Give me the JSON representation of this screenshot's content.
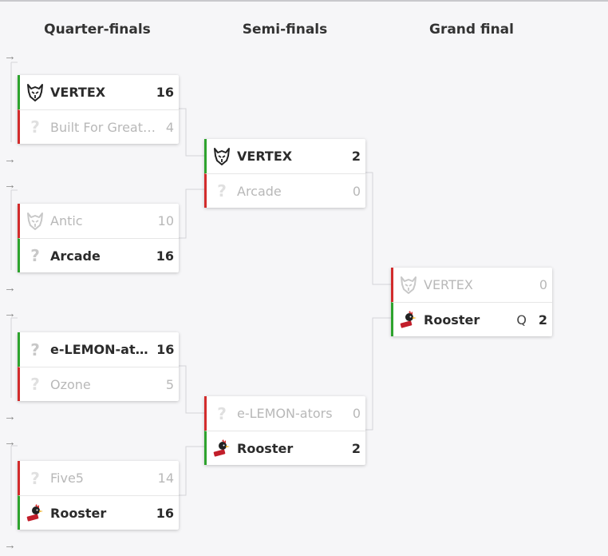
{
  "rounds": {
    "quarter": "Quarter-finals",
    "semi": "Semi-finals",
    "final": "Grand final"
  },
  "arrow_glyph": "→",
  "matches": {
    "qf1": {
      "top": {
        "name": "VERTEX",
        "score": "16",
        "logo": "wolf-logo-icon"
      },
      "bottom": {
        "name": "Built For Greatness",
        "score": "4",
        "logo": "question-mark-icon"
      }
    },
    "qf2": {
      "top": {
        "name": "Antic",
        "score": "10",
        "logo": "wolf-logo-icon"
      },
      "bottom": {
        "name": "Arcade",
        "score": "16",
        "logo": "question-mark-icon"
      }
    },
    "qf3": {
      "top": {
        "name": "e-LEMON-ators",
        "score": "16",
        "logo": "question-mark-icon"
      },
      "bottom": {
        "name": "Ozone",
        "score": "5",
        "logo": "question-mark-icon"
      }
    },
    "qf4": {
      "top": {
        "name": "Five5",
        "score": "14",
        "logo": "question-mark-icon"
      },
      "bottom": {
        "name": "Rooster",
        "score": "16",
        "logo": "rooster-logo-icon"
      }
    },
    "sf1": {
      "top": {
        "name": "VERTEX",
        "score": "2",
        "logo": "wolf-logo-icon"
      },
      "bottom": {
        "name": "Arcade",
        "score": "0",
        "logo": "question-mark-icon"
      }
    },
    "sf2": {
      "top": {
        "name": "e-LEMON-ators",
        "score": "0",
        "logo": "question-mark-icon"
      },
      "bottom": {
        "name": "Rooster",
        "score": "2",
        "logo": "rooster-logo-icon"
      }
    },
    "gf": {
      "top": {
        "name": "VERTEX",
        "score": "0",
        "logo": "wolf-logo-icon"
      },
      "bottom": {
        "name": "Rooster",
        "score": "2",
        "flag": "Q",
        "logo": "rooster-logo-icon"
      }
    }
  },
  "colors": {
    "winner": "#2ea32e",
    "loser": "#d22c2c"
  },
  "qmark": "?"
}
